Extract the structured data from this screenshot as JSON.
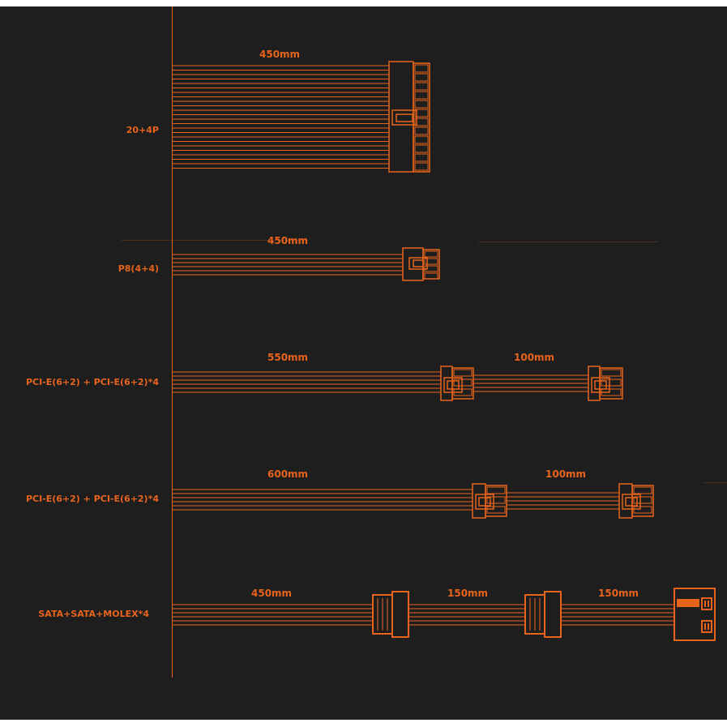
{
  "colors": {
    "background": "#1e1e1f",
    "border": "#ffffff",
    "accent": "#e8641c",
    "accent_soft": "#c9571a"
  },
  "cables": [
    {
      "name": "20+4P",
      "segments": [
        "450mm"
      ]
    },
    {
      "name": "P8(4+4)",
      "segments": [
        "450mm"
      ]
    },
    {
      "name": "PCI-E(6+2) + PCI-E(6+2)*4",
      "segments": [
        "550mm",
        "100mm"
      ]
    },
    {
      "name": "PCI-E(6+2) + PCI-E(6+2)*4",
      "segments": [
        "600mm",
        "100mm"
      ]
    },
    {
      "name": "SATA+SATA+MOLEX*4",
      "segments": [
        "450mm",
        "150mm",
        "150mm"
      ]
    }
  ]
}
